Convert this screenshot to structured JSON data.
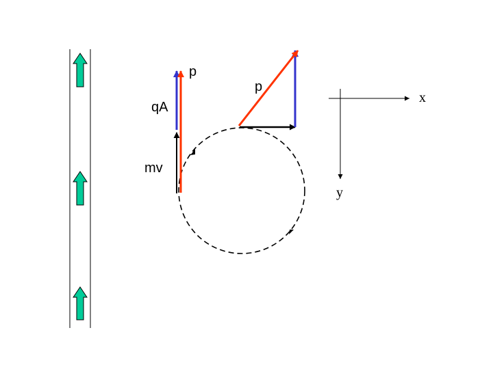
{
  "labels": {
    "p_left": "p",
    "qA": "qA",
    "mv": "mv",
    "p_right": "p",
    "axis_x": "x",
    "axis_y": "y"
  },
  "colors": {
    "red": "#ff3300",
    "blue": "#3333cc",
    "black": "#000000",
    "teal": "#00cc99"
  },
  "field_arrows": {
    "count": 3,
    "direction": "up"
  }
}
